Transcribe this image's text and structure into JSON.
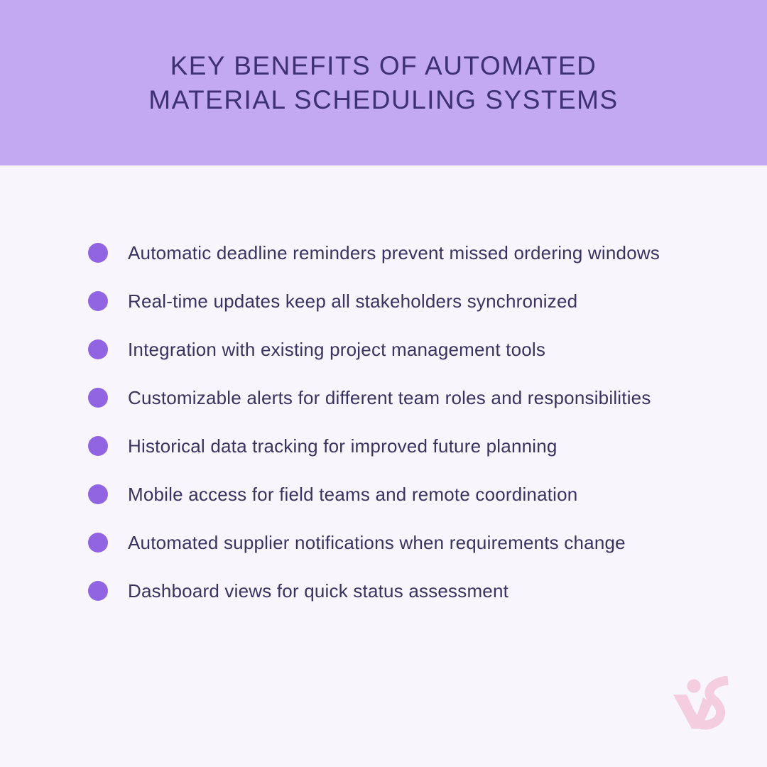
{
  "page": {
    "background_color": "#f8f5fd"
  },
  "header": {
    "background_color": "#c3a9f1",
    "title_color": "#3d3173",
    "title_line1": "KEY BENEFITS OF AUTOMATED",
    "title_line2": "MATERIAL SCHEDULING SYSTEMS"
  },
  "benefits": {
    "bullet_color": "#9164e1",
    "text_color": "#393360",
    "items": [
      "Automatic deadline reminders prevent missed ordering windows",
      "Real-time updates keep all stakeholders synchronized",
      "Integration with existing project management tools",
      "Customizable alerts for different team roles and responsibilities",
      "Historical data tracking for improved future planning",
      "Mobile access for field teams and remote coordination",
      "Automated supplier notifications when requirements change",
      "Dashboard views for quick status assessment"
    ]
  },
  "watermark": {
    "icon": "vs-logo-icon",
    "color": "#f4cdde"
  }
}
